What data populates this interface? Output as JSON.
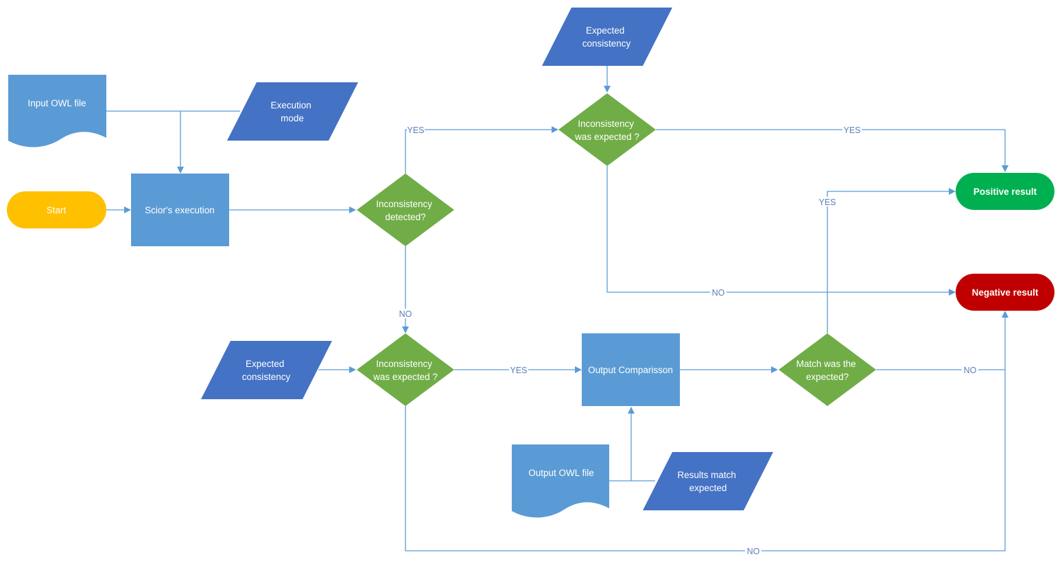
{
  "colors": {
    "document": "#5b9bd5",
    "process": "#5b9bd5",
    "data": "#4472c4",
    "decision": "#70ad47",
    "start": "#ffc000",
    "positive": "#00b050",
    "negative": "#c00000",
    "connector": "#5b9bd5",
    "edge_label": "#5b7fb8"
  },
  "nodes": {
    "input_owl_file": [
      "Input OWL file"
    ],
    "execution_mode": [
      "Execution",
      "mode"
    ],
    "start": [
      "Start"
    ],
    "sciors_execution": [
      "Scior's execution"
    ],
    "inconsistency_detected": [
      "Inconsistency",
      "detected?"
    ],
    "expected_consistency_top": [
      "Expected",
      "consistency"
    ],
    "inconsistency_expected_top": [
      "Inconsistency",
      "was expected ?"
    ],
    "positive_result": [
      "Positive result"
    ],
    "negative_result": [
      "Negative result"
    ],
    "expected_consistency_bottom": [
      "Expected",
      "consistency"
    ],
    "inconsistency_expected_bottom": [
      "Inconsistency",
      "was expected ?"
    ],
    "output_comparisson": [
      "Output Comparisson"
    ],
    "match_expected": [
      "Match was the",
      "expected?"
    ],
    "output_owl_file": [
      "Output OWL file"
    ],
    "results_match_expected": [
      "Results match",
      "expected"
    ]
  },
  "edge_labels": {
    "detected_yes": "YES",
    "detected_no": "NO",
    "top_expected_yes": "YES",
    "top_expected_no": "NO",
    "bottom_expected_yes": "YES",
    "bottom_expected_no": "NO",
    "match_yes": "YES",
    "match_no": "NO"
  }
}
